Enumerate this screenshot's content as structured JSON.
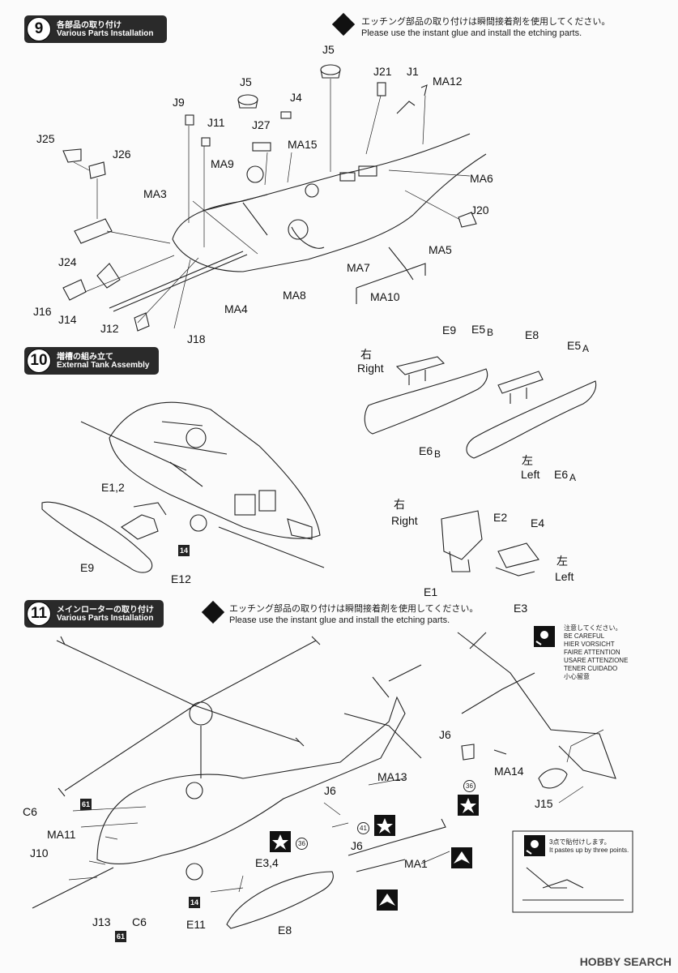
{
  "steps": [
    {
      "num": "9",
      "title_jp": "各部品の取り付け",
      "title_en": "Various Parts Installation"
    },
    {
      "num": "10",
      "title_jp": "増槽の組み立て",
      "title_en": "External Tank Assembly"
    },
    {
      "num": "11",
      "title_jp": "メインローターの取り付け",
      "title_en": "Various Parts Installation"
    }
  ],
  "notes": {
    "glue_jp": "エッチング部品の取り付けは瞬間接着剤を使用してください。",
    "glue_en": "Please use the instant glue and install the etching parts.",
    "caution": [
      "注意してください。",
      "BE CAREFUL",
      "HIER VORSICHT",
      "FAIRE ATTENTION",
      "USARE ATTENZIONE",
      "TENER CUIDADO",
      "小心留意"
    ],
    "paste_jp": "3点で貼付けします。",
    "paste_en": "It pastes up by three points."
  },
  "step9_labels": [
    "J5",
    "J21",
    "J1",
    "MA12",
    "J5",
    "J9",
    "J4",
    "J11",
    "J27",
    "MA15",
    "J25",
    "J26",
    "MA9",
    "MA6",
    "MA3",
    "J20",
    "MA5",
    "J24",
    "MA7",
    "J16",
    "J14",
    "MA8",
    "MA10",
    "J12",
    "MA4",
    "J18"
  ],
  "step10_labels": [
    "E9",
    "E5",
    "E8",
    "E5",
    "右",
    "Right",
    "E6",
    "左",
    "Left",
    "E6",
    "E1,2",
    "E9",
    "E12",
    "右",
    "Right",
    "E2",
    "E4",
    "左",
    "Left",
    "E1",
    "E3"
  ],
  "step10_subs": [
    "B",
    "A",
    "B",
    "A"
  ],
  "step11_labels": [
    "J6",
    "MA14",
    "MA13",
    "J15",
    "C6",
    "J6",
    "MA11",
    "J6",
    "J10",
    "MA1",
    "E3,4",
    "J13",
    "C6",
    "E11",
    "E8"
  ],
  "tags": [
    "14",
    "14",
    "61",
    "61"
  ],
  "circles": [
    "36",
    "41",
    "36"
  ],
  "watermark": "HOBBY SEARCH"
}
